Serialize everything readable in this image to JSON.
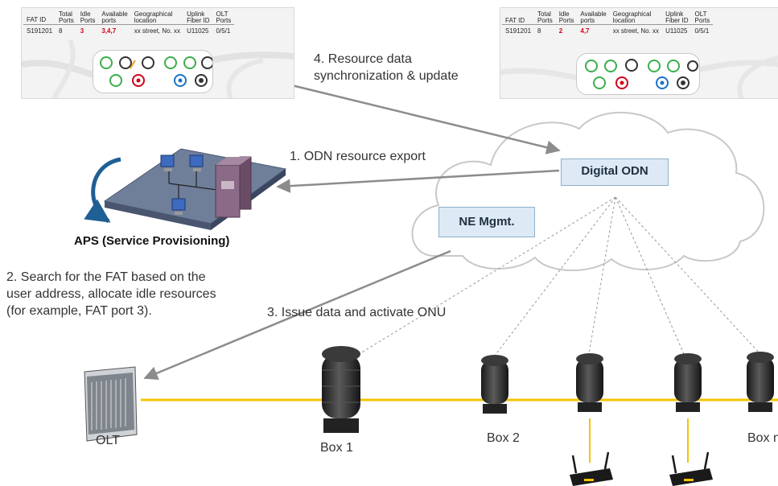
{
  "table_headers": [
    "FAT ID",
    "Total\nPorts",
    "Idle\nPorts",
    "Available\nports",
    "Geographical\nlocation",
    "Uplink\nFiber ID",
    "OLT\nPorts"
  ],
  "table_left": {
    "fat_id": "S191201",
    "total": "8",
    "idle": "3",
    "available": "3,4,7",
    "location": "xx street, No. xx",
    "fiber": "U11025",
    "olt_port": "0/5/1"
  },
  "table_right": {
    "fat_id": "S191201",
    "total": "8",
    "idle": "2",
    "available": "4,7",
    "location": "xx street, No. xx",
    "fiber": "U11025",
    "olt_port": "0/5/1"
  },
  "steps": {
    "step1": "1. ODN resource export",
    "step2_lines": [
      "2. Search for the FAT based on the",
      "user address, allocate idle resources",
      "(for example, FAT port 3)."
    ],
    "step3": "3. Issue data and activate ONU",
    "step4_lines": [
      "4. Resource data",
      "synchronization  & update"
    ]
  },
  "nodes": {
    "digital_odn": "Digital ODN",
    "ne_mgmt": "NE Mgmt.",
    "aps": "APS (Service Provisioning)"
  },
  "equipment": {
    "olt": "OLT",
    "box1": "Box 1",
    "box2": "Box 2",
    "boxn": "Box n"
  },
  "colors": {
    "fiber": "#f5c400",
    "arrow": "#8c8c8c",
    "dashed": "#9a9a9a",
    "node_fill": "#ddeaf6",
    "cloud_stroke": "#c8c8c8",
    "red_value": "#d0021b",
    "port_green": "#3cae4b",
    "port_red": "#d0021b",
    "port_blue": "#1a73c9",
    "port_black": "#333333"
  }
}
